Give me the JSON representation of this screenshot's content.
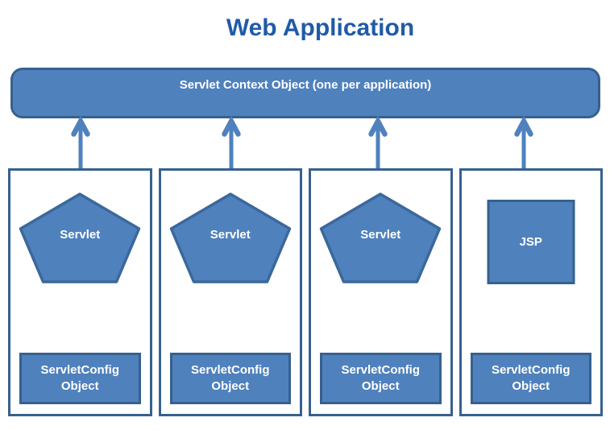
{
  "title": "Web Application",
  "context_bar": {
    "label": "Servlet Context Object (one per application)"
  },
  "columns": [
    {
      "shape": "pentagon",
      "shape_label": "Servlet",
      "config_label": "ServletConfig\nObject"
    },
    {
      "shape": "pentagon",
      "shape_label": "Servlet",
      "config_label": "ServletConfig\nObject"
    },
    {
      "shape": "pentagon",
      "shape_label": "Servlet",
      "config_label": "ServletConfig\nObject"
    },
    {
      "shape": "square",
      "shape_label": "JSP",
      "config_label": "ServletConfig\nObject"
    }
  ],
  "colors": {
    "shape_fill": "#4f81bd",
    "shape_border": "#36618e",
    "pentagon_border": "#3b689c",
    "arrow": "#4f81bd",
    "title_text": "#1f5ba8",
    "label_text": "#ffffff",
    "background": "#ffffff"
  }
}
